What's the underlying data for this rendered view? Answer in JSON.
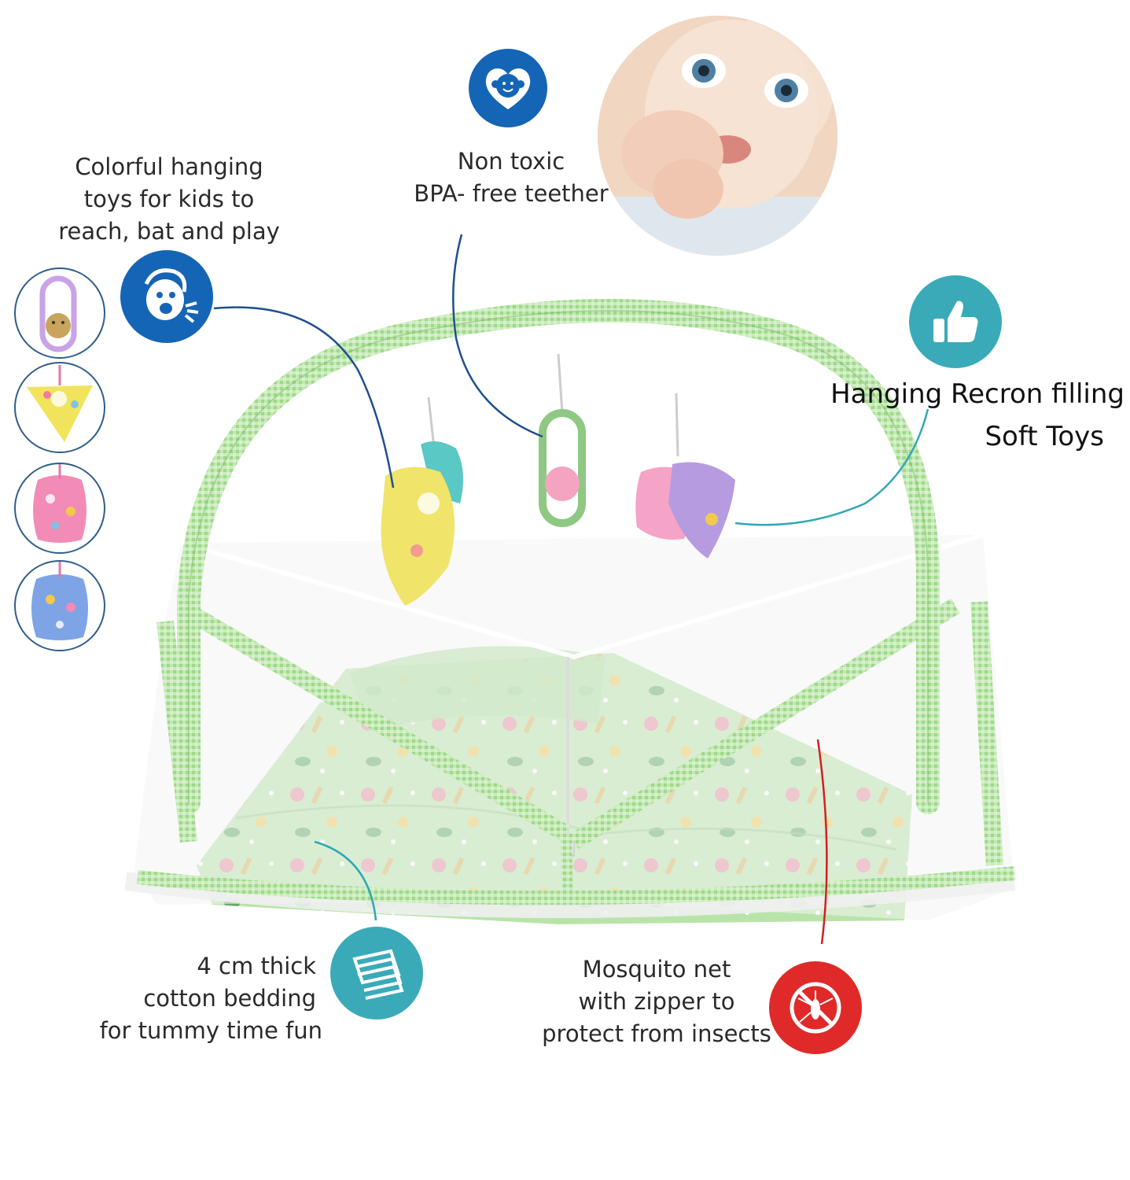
{
  "features": {
    "toys": {
      "lines": [
        "Colorful hanging",
        "toys for kids to",
        "reach, bat and play"
      ],
      "icon": "kid-playing-icon"
    },
    "teether": {
      "lines": [
        "Non toxic",
        "BPA- free teether"
      ],
      "icon": "baby-heart-icon"
    },
    "recron": {
      "lines": [
        "Hanging Recron filling",
        "Soft Toys"
      ],
      "icon": "thumbs-up-icon"
    },
    "bedding": {
      "lines": [
        "4 cm thick",
        "cotton bedding",
        "for tummy time fun"
      ],
      "icon": "layers-icon"
    },
    "net": {
      "lines": [
        "Mosquito net",
        "with zipper to",
        "protect from insects"
      ],
      "icon": "no-mosquito-icon"
    }
  },
  "colors": {
    "blue_icon": "#1565b6",
    "teal_icon": "#3aaab8",
    "red_icon": "#e02a2a",
    "leader_blue": "#1f4f8f",
    "leader_teal": "#2fa7b5",
    "leader_red": "#d22020",
    "frame_green": "#8ccf72",
    "mattress_green": "#b7e3a6"
  },
  "thumbnails": [
    "ring-rattle-thumbnail",
    "yellow-triangle-toy-thumbnail",
    "pink-pouch-toy-thumbnail",
    "blue-pouch-toy-thumbnail"
  ]
}
